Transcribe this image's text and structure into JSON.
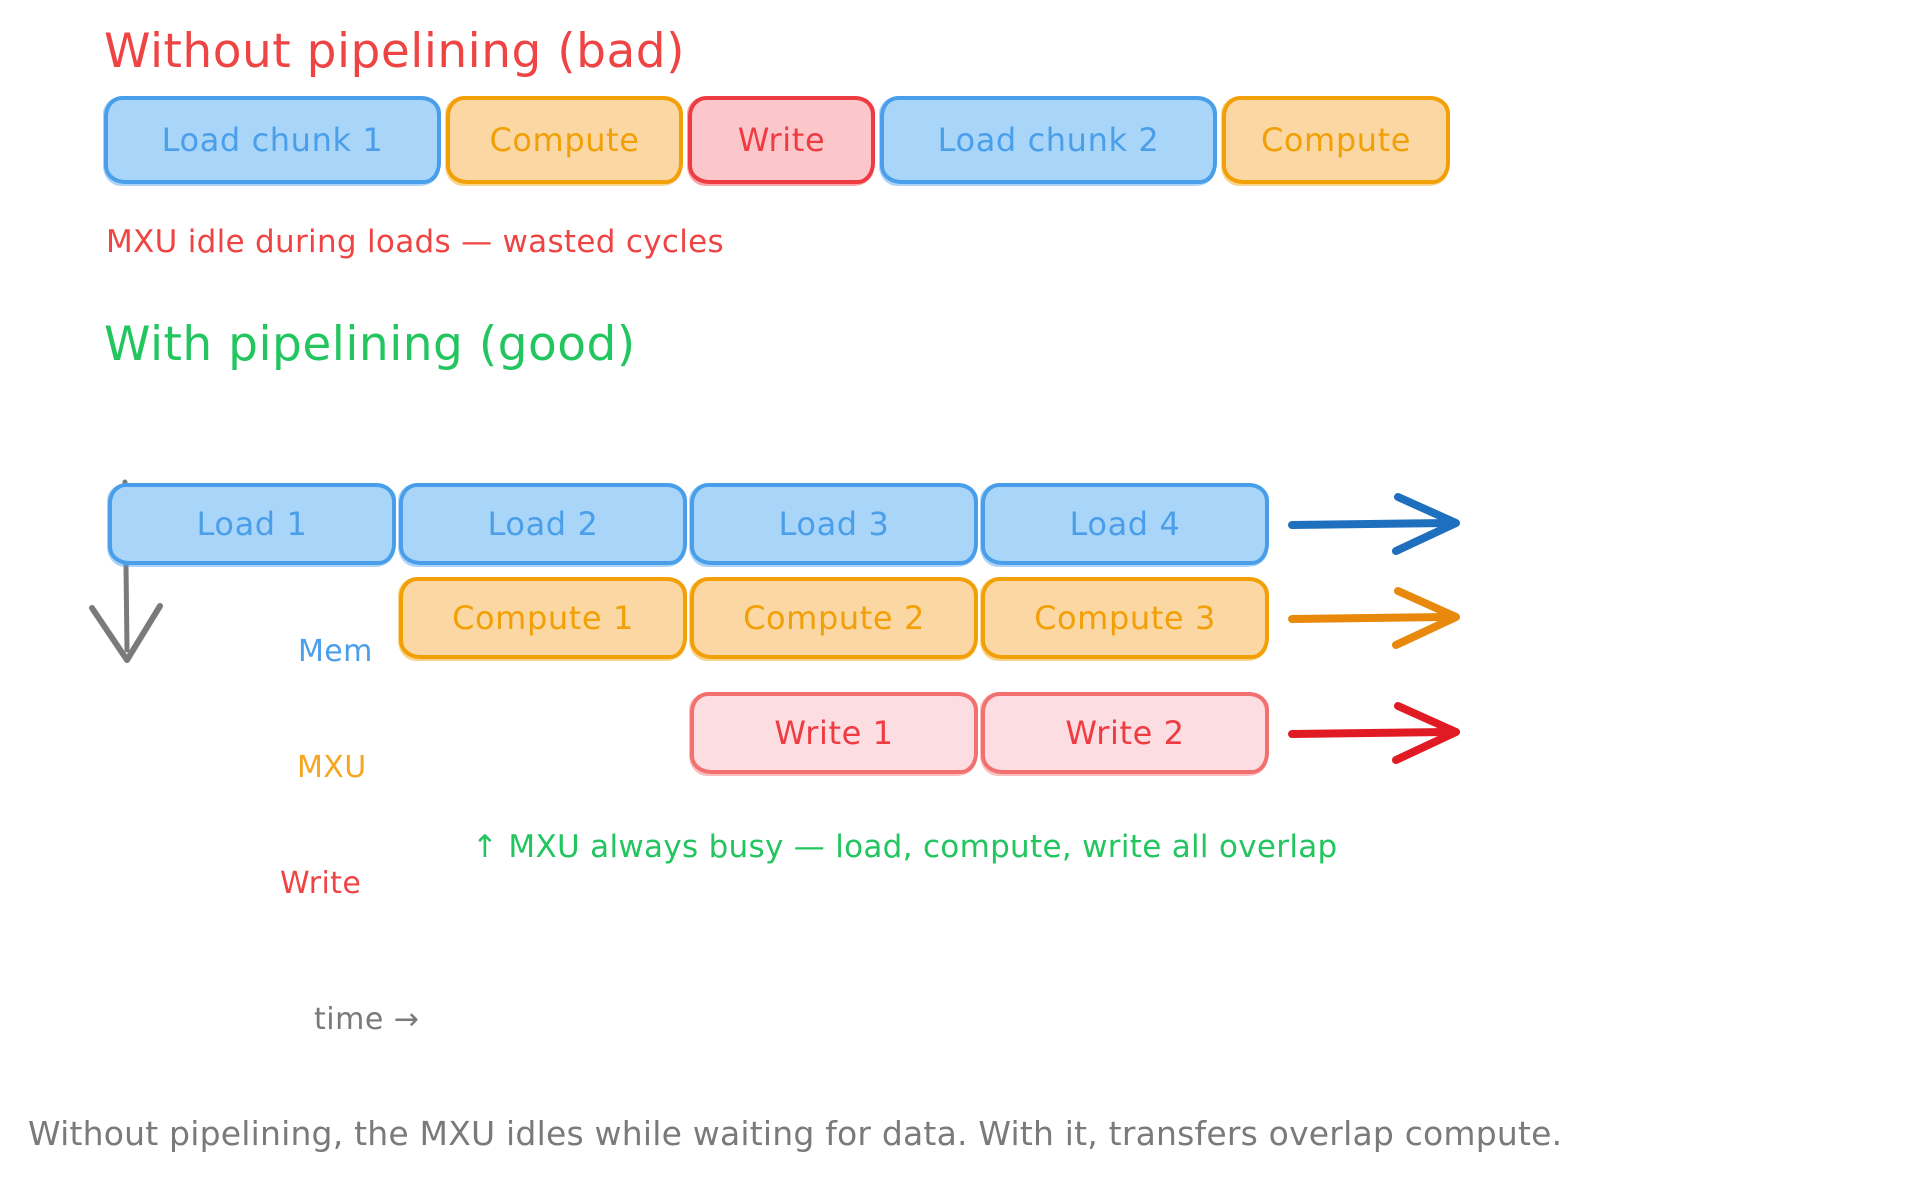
{
  "sections": {
    "bad": {
      "title": "Without pipelining (bad)",
      "title_color": "#ef4444",
      "note": "MXU idle during loads — wasted cycles",
      "note_color": "#ef4444",
      "timeline": [
        {
          "label": "Load chunk 1",
          "kind": "load",
          "color": "#4a9eea",
          "fill": "#a9d6f8"
        },
        {
          "label": "Compute",
          "kind": "compute",
          "color": "#f2a007",
          "fill": "#fbd7a4"
        },
        {
          "label": "Write",
          "kind": "write",
          "color": "#ef3b42",
          "fill": "#fcc7ca"
        },
        {
          "label": "Load chunk 2",
          "kind": "load",
          "color": "#4a9eea",
          "fill": "#a9d6f8"
        },
        {
          "label": "Compute",
          "kind": "compute",
          "color": "#f2a007",
          "fill": "#fbd7a4"
        }
      ]
    },
    "good": {
      "title": "With pipelining (good)",
      "title_color": "#22c55e",
      "note": "↑ MXU always busy — load, compute, write all overlap",
      "note_color": "#22c55e",
      "lanes": [
        {
          "name": "Mem",
          "label_color": "#4a9eea",
          "kind": "load",
          "boxes": [
            "Load 1",
            "Load 2",
            "Load 3",
            "Load 4"
          ],
          "arrow_color": "#1f6fbf"
        },
        {
          "name": "MXU",
          "label_color": "#f5a623",
          "kind": "compute",
          "boxes": [
            "Compute 1",
            "Compute 2",
            "Compute 3"
          ],
          "arrow_color": "#e8890b"
        },
        {
          "name": "Write",
          "label_color": "#ef4444",
          "kind": "write",
          "boxes": [
            "Write 1",
            "Write 2"
          ],
          "arrow_color": "#e01b24"
        }
      ],
      "time_axis_label": "time →",
      "time_axis_color": "#7a7a7a",
      "vertical_arrow_color": "#7a7a7a"
    }
  },
  "caption": "Without pipelining, the MXU idles while waiting for data. With it, transfers overlap compute.",
  "caption_color": "#7a7a7a",
  "palette": {
    "blue_border": "#4a9eea",
    "blue_fill": "#a9d6f8",
    "orange_border": "#f2a007",
    "orange_fill": "#fbd7a4",
    "red_border": "#ef3b42",
    "red_fill": "#fcc7ca",
    "pink_border": "#f2706f",
    "pink_fill": "#fcdde1",
    "green": "#22c55e",
    "gray": "#7a7a7a",
    "background": "#ffffff"
  }
}
